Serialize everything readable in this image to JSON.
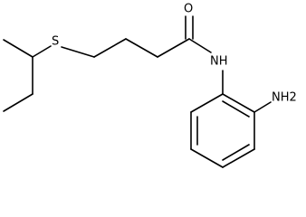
{
  "structure": {
    "atoms": {
      "oxygen": "O",
      "sulfur": "S",
      "amide_nh": "NH",
      "amine": "NH2"
    }
  }
}
